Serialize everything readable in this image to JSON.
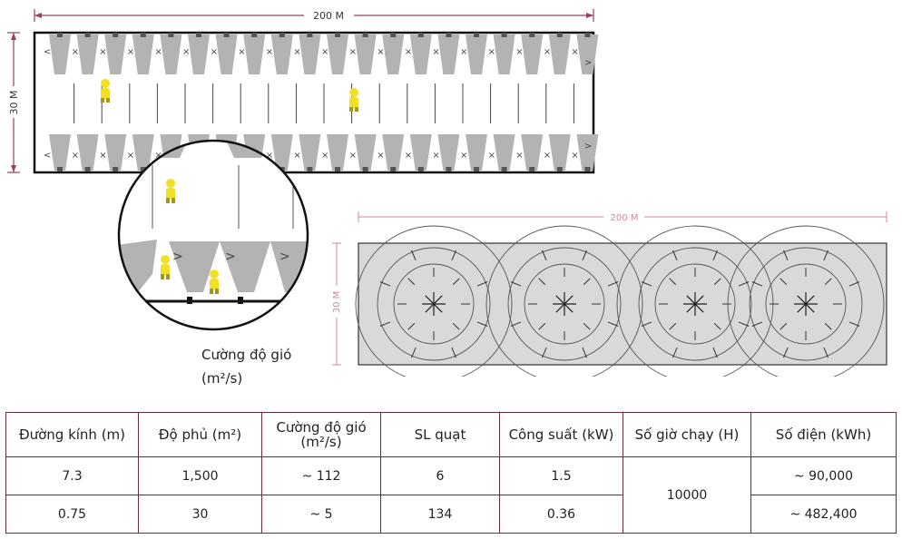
{
  "top_diagram": {
    "width_label": "200 M",
    "height_label": "30 M"
  },
  "caption": {
    "line1": "Cường độ gió",
    "line2": "(m²/s)"
  },
  "bottom_diagram": {
    "width_label": "200 M",
    "height_label": "30 M"
  },
  "table": {
    "headers": [
      "Đường kính (m)",
      "Độ phủ (m²)",
      "Cường độ gió (m²/s)",
      "SL quạt",
      "Công suất (kW)",
      "Số giờ chạy (H)",
      "Số điện (kWh)"
    ],
    "rows": [
      [
        "7.3",
        "1,500",
        "~ 112",
        "6",
        "1.5",
        "10000",
        "~ 90,000"
      ],
      [
        "0.75",
        "30",
        "~ 5",
        "134",
        "0.36",
        "",
        "~ 482,400"
      ]
    ]
  },
  "colors": {
    "frame": "#111111",
    "dimension_line": "#9b3e64",
    "cone_fill": "#b3b3b3",
    "table_border": "#6b2b3e",
    "worker_yellow": "#f2e022"
  }
}
